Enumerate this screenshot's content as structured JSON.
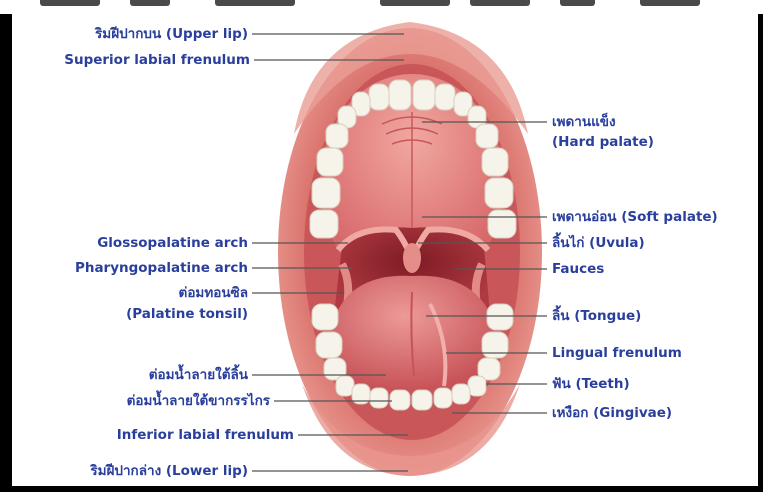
{
  "labels_left": [
    {
      "id": "upper-lip",
      "text": "ริมฝีปากบน (Upper lip)"
    },
    {
      "id": "superior-labial-frenulum",
      "text": "Superior labial frenulum"
    },
    {
      "id": "glossopalatine-arch",
      "text": "Glossopalatine arch"
    },
    {
      "id": "pharyngopalatine-arch",
      "text": "Pharyngopalatine arch"
    },
    {
      "id": "palatine-tonsil-th",
      "text": "ต่อมทอนซิล"
    },
    {
      "id": "palatine-tonsil-en",
      "text": "(Palatine tonsil)"
    },
    {
      "id": "sublingual-gland",
      "text": "ต่อมน้ำลายใต้ลิ้น"
    },
    {
      "id": "submandibular-gland",
      "text": "ต่อมน้ำลายใต้ขากรรไกร"
    },
    {
      "id": "inferior-labial-frenulum",
      "text": "Inferior labial frenulum"
    },
    {
      "id": "lower-lip",
      "text": "ริมฝีปากล่าง (Lower lip)"
    }
  ],
  "labels_right": [
    {
      "id": "hard-palate-th",
      "text": "เพดานแข็ง"
    },
    {
      "id": "hard-palate-en",
      "text": "(Hard palate)"
    },
    {
      "id": "soft-palate",
      "text": "เพดานอ่อน (Soft palate)"
    },
    {
      "id": "uvula",
      "text": "ลิ้นไก่ (Uvula)"
    },
    {
      "id": "fauces",
      "text": "Fauces"
    },
    {
      "id": "tongue",
      "text": "ลิ้น (Tongue)"
    },
    {
      "id": "lingual-frenulum",
      "text": "Lingual frenulum"
    },
    {
      "id": "teeth",
      "text": "ฟัน (Teeth)"
    },
    {
      "id": "gingivae",
      "text": "เหงือก (Gingivae)"
    }
  ],
  "colors": {
    "label": "#2a3f9c",
    "leader": "#555555",
    "lip": "#e0877f",
    "mouth": "#c9575a",
    "palate": "#e9908c",
    "throat": "#9e2f36",
    "tongue": "#d86a6e",
    "tooth": "#f6f3ea"
  }
}
